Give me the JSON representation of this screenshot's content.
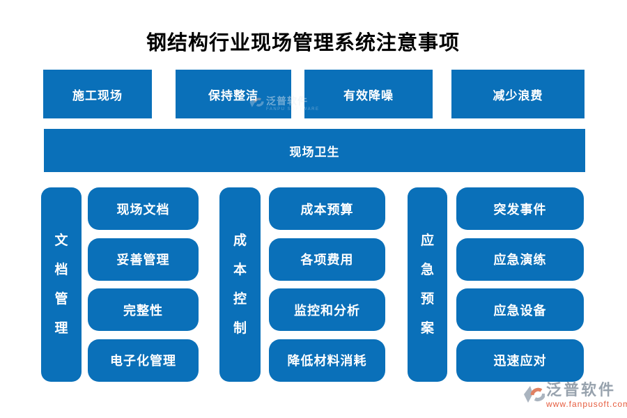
{
  "title": "钢结构行业现场管理系统注意事项",
  "colors": {
    "primary": "#0a70b9",
    "logo_gray": "#97a2ad",
    "logo_orange": "#e65c3e"
  },
  "top_row": {
    "items": [
      {
        "label": "施工现场"
      },
      {
        "label": "保持整洁"
      },
      {
        "label": "有效降噪"
      },
      {
        "label": "减少浪费"
      }
    ]
  },
  "banner": {
    "label": "现场卫生"
  },
  "groups": [
    {
      "name": "文档管理",
      "items": [
        {
          "label": "现场文档"
        },
        {
          "label": "妥善管理"
        },
        {
          "label": "完整性"
        },
        {
          "label": "电子化管理"
        }
      ]
    },
    {
      "name": "成本控制",
      "items": [
        {
          "label": "成本预算"
        },
        {
          "label": "各项费用"
        },
        {
          "label": "监控和分析"
        },
        {
          "label": "降低材料消耗"
        }
      ]
    },
    {
      "name": "应急预案",
      "items": [
        {
          "label": "突发事件"
        },
        {
          "label": "应急演练"
        },
        {
          "label": "应急设备"
        },
        {
          "label": "迅速应对"
        }
      ]
    }
  ],
  "watermark": {
    "name": "泛普软件",
    "subname": "FANPU SOFTWARE"
  },
  "logo": {
    "name": "泛普软件",
    "url": "www.fanpusoft.com"
  }
}
